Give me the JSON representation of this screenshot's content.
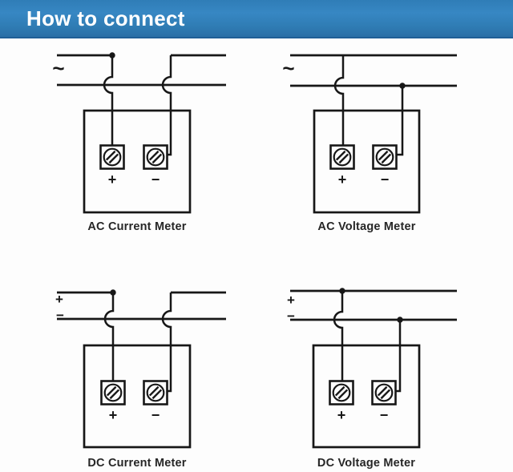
{
  "header": {
    "title": "How to connect",
    "background_color": "#2e7cb6",
    "text_color": "#ffffff"
  },
  "colors": {
    "wire": "#171717",
    "caption": "#262626",
    "page_background": "#fdfdfd"
  },
  "diagrams": [
    {
      "id": "ac-current-meter",
      "label": "AC Current Meter",
      "source_type": "AC",
      "source_labels": [
        "~"
      ],
      "connection": "series",
      "terminal_labels": [
        "+",
        "−"
      ]
    },
    {
      "id": "ac-voltage-meter",
      "label": "AC Voltage Meter",
      "source_type": "AC",
      "source_labels": [
        "~"
      ],
      "connection": "parallel",
      "terminal_labels": [
        "+",
        "−"
      ]
    },
    {
      "id": "dc-current-meter",
      "label": "DC Current Meter",
      "source_type": "DC",
      "source_labels": [
        "+",
        "−"
      ],
      "connection": "series",
      "terminal_labels": [
        "+",
        "−"
      ]
    },
    {
      "id": "dc-voltage-meter",
      "label": "DC Voltage Meter",
      "source_type": "DC",
      "source_labels": [
        "+",
        "−"
      ],
      "connection": "parallel",
      "terminal_labels": [
        "+",
        "−"
      ]
    }
  ]
}
